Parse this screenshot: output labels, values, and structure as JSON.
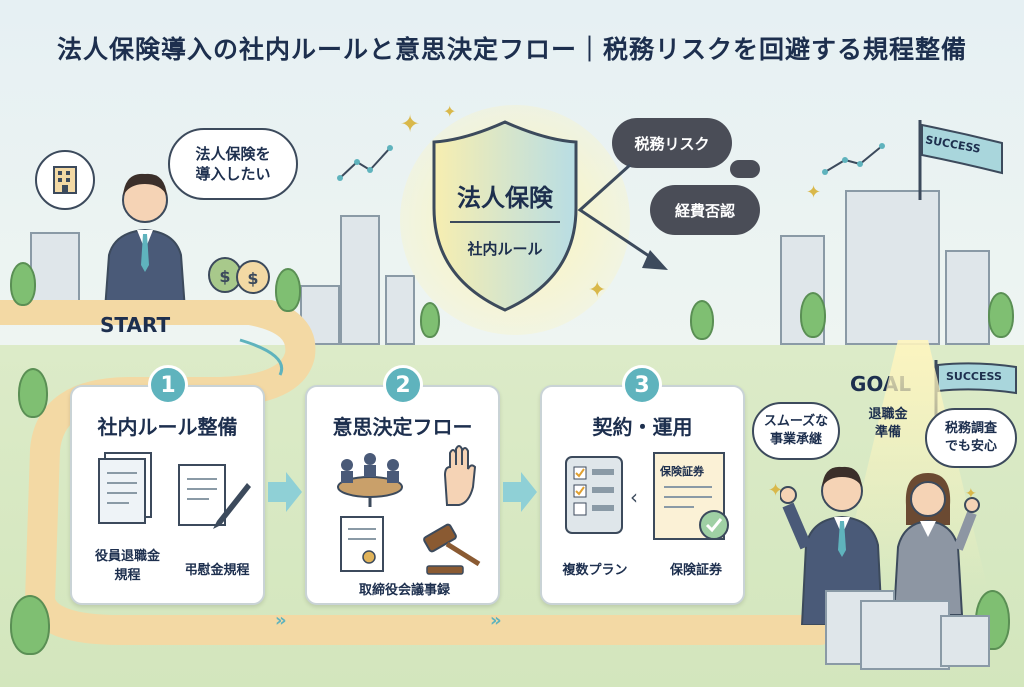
{
  "title": "法人保険導入の社内ルールと意思決定フロー｜税務リスクを回避する規程整備",
  "start_bubble": "法人保険を\n導入したい",
  "start_label": "START",
  "shield": {
    "title": "法人保険",
    "subtitle": "社内ルール"
  },
  "risk_clouds": [
    "税務リスク",
    "経費否認"
  ],
  "steps": [
    {
      "number": "1",
      "title": "社内ルール整備",
      "items": [
        "役員退職金\n規程",
        "弔慰金規程"
      ]
    },
    {
      "number": "2",
      "title": "意思決定フロー",
      "items": [
        "取締役会議事録"
      ]
    },
    {
      "number": "3",
      "title": "契約・運用",
      "items": [
        "複数プラン",
        "保険証券"
      ],
      "doc_label": "保険証券"
    }
  ],
  "goal": {
    "label": "GOAL",
    "flag_label": "SUCCESS",
    "bubbles": [
      "スムーズな\n事業承継",
      "退職金\n準備",
      "税務調査\nでも安心"
    ]
  },
  "top_flag": "SUCCESS",
  "colors": {
    "accent": "#5fb3bd",
    "navy": "#1d2f4e",
    "cloud": "#4a4d57",
    "path": "#f3d9a4"
  }
}
